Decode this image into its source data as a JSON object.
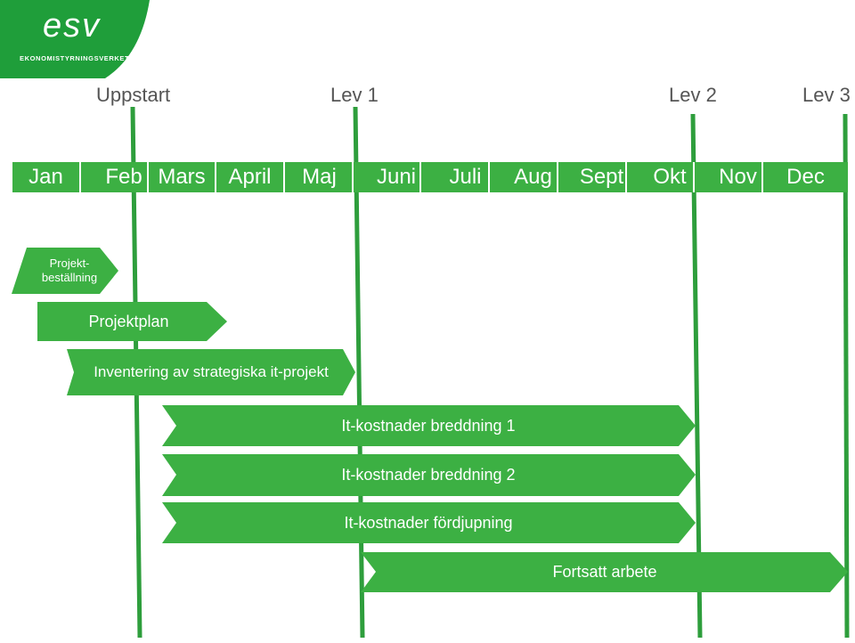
{
  "logo": {
    "brand": "esv",
    "subtitle": "EKONOMISTYRNINGSVERKET",
    "background": "#1f9e3a"
  },
  "milestones": [
    {
      "label": "Uppstart"
    },
    {
      "label": "Lev 1"
    },
    {
      "label": "Lev 2"
    },
    {
      "label": "Lev 3"
    }
  ],
  "months": [
    "Jan",
    "Feb",
    "Mars",
    "April",
    "Maj",
    "Juni",
    "Juli",
    "Aug",
    "Sept",
    "Okt",
    "Nov",
    "Dec"
  ],
  "tasks": [
    {
      "label_line1": "Projekt-",
      "label_line2": "beställning"
    },
    {
      "label": "Projektplan"
    },
    {
      "label": "Inventering av strategiska it-projekt"
    },
    {
      "label": "It-kostnader breddning 1"
    },
    {
      "label": "It-kostnader breddning 2"
    },
    {
      "label": "It-kostnader fördjupning"
    },
    {
      "label": "Fortsatt arbete"
    }
  ],
  "colors": {
    "bar": "#3cb043",
    "line": "#1f9e3a",
    "text_light": "#ffffff",
    "text_dark": "#555555"
  }
}
